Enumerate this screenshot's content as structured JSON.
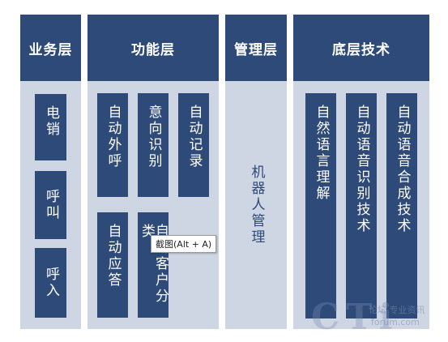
{
  "columns": {
    "business": {
      "header": "业务层",
      "items": [
        "电销",
        "呼叫",
        "呼入"
      ]
    },
    "function": {
      "header": "功能层",
      "items": [
        "自动外呼",
        "意向识别",
        "自动记录",
        "自动应答",
        "自动客户分类"
      ]
    },
    "management": {
      "header": "管理层",
      "item": "机器人管理"
    },
    "technology": {
      "header": "底层技术",
      "items": [
        "自然语言理解",
        "自动语音识别技术",
        "自动语音合成技术"
      ]
    }
  },
  "tooltip": "截图(Alt + A)",
  "watermark": {
    "logo": "CTi",
    "line1": "论坛·专业资讯",
    "line2": "forum.com"
  },
  "colors": {
    "header_bg": "#2e4a78",
    "column_bg": "#cfd6e3",
    "box_bg": "#2e4a78",
    "text_on_dark": "#ffffff"
  }
}
